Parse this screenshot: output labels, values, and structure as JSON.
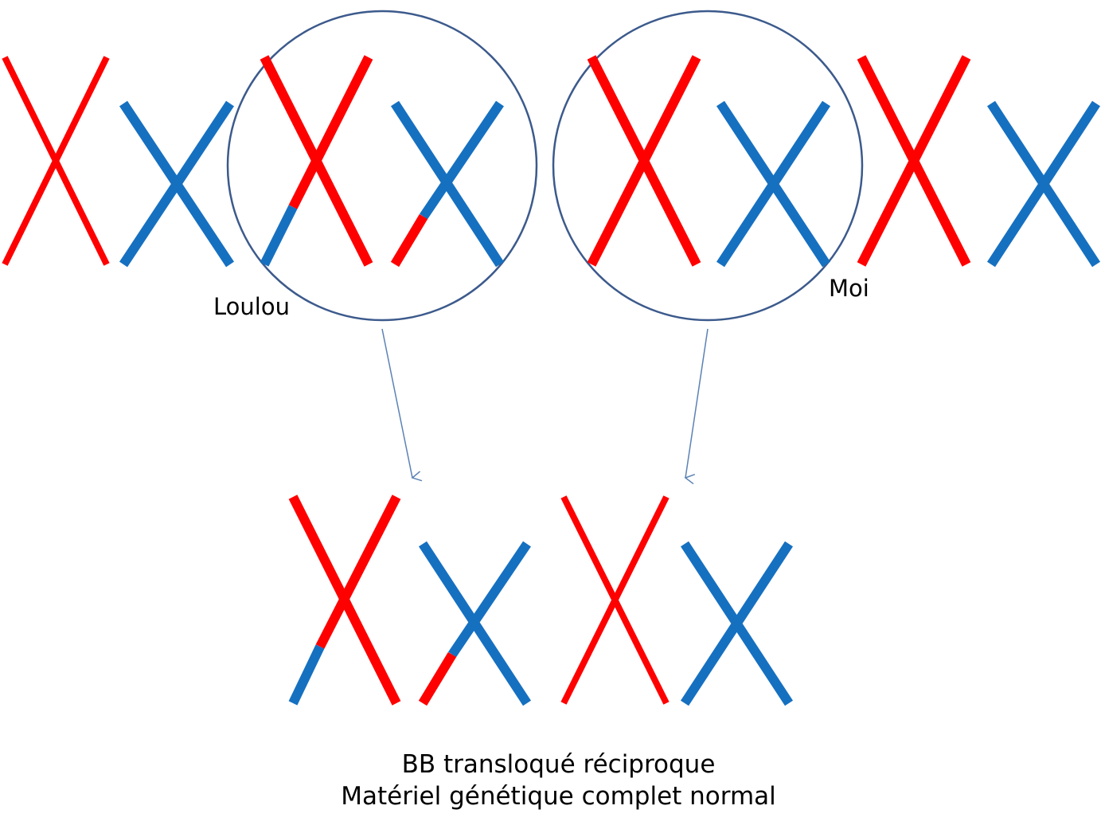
{
  "colors": {
    "red": "#ff0000",
    "blue": "#1670c0",
    "circle": "#3c5a8c",
    "arrow": "#5b82b4"
  },
  "labels": {
    "left_person": "Loulou",
    "right_person": "Moi"
  },
  "caption": {
    "line1": "BB transloqué réciproque",
    "line2": "Matériel génétique complet normal"
  }
}
